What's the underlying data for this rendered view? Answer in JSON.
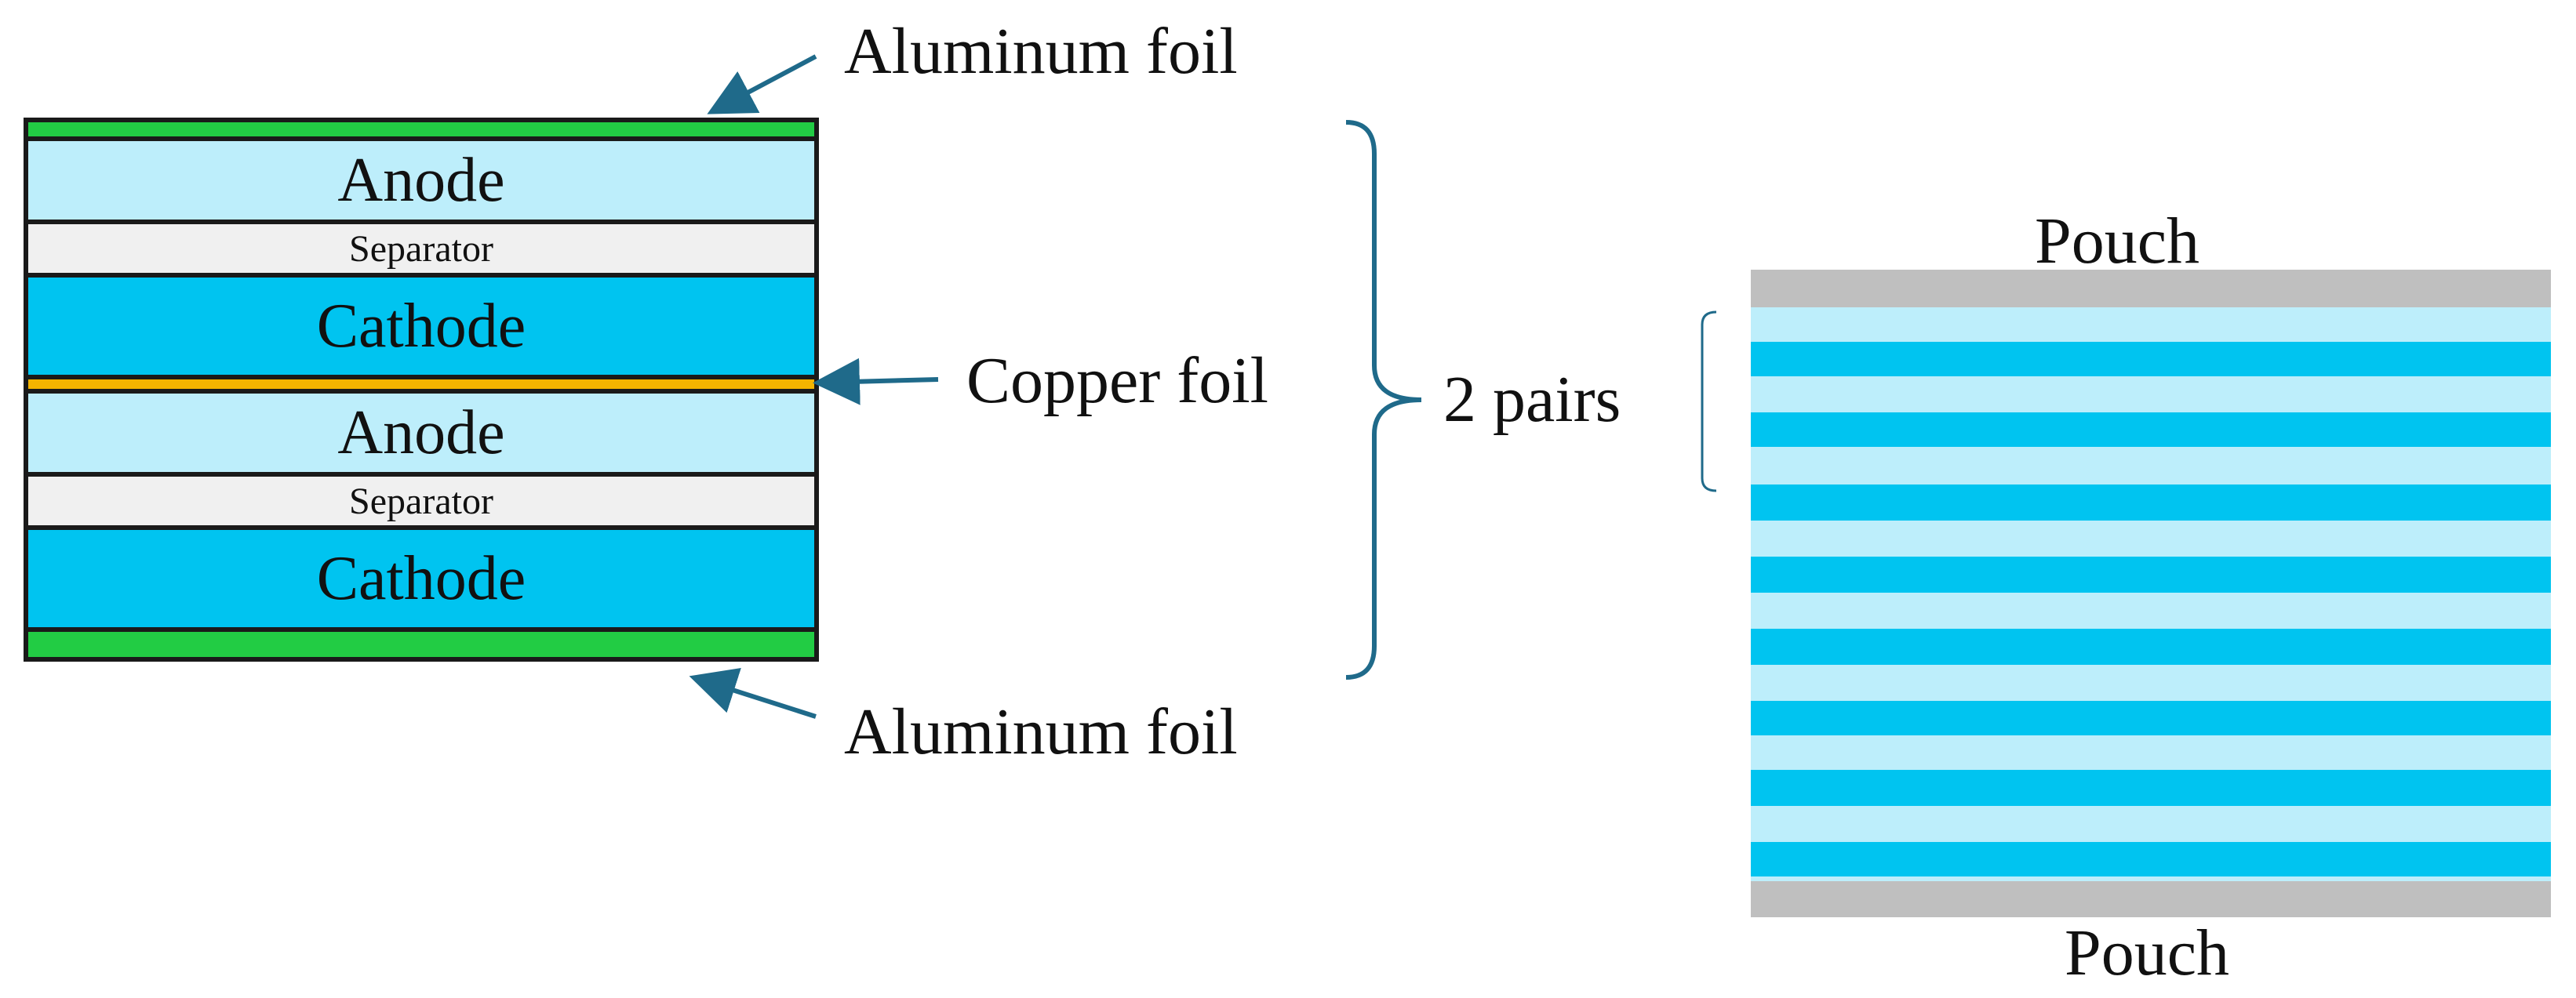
{
  "labels": {
    "aluminum_top": "Aluminum foil",
    "aluminum_bottom": "Aluminum foil",
    "copper": "Copper foil",
    "pairs": "2 pairs",
    "pouch_top": "Pouch",
    "pouch_bottom": "Pouch"
  },
  "stack": {
    "anode_1": "Anode",
    "separator_1": "Separator",
    "cathode_1": "Cathode",
    "anode_2": "Anode",
    "separator_2": "Separator",
    "cathode_2": "Cathode"
  },
  "colors": {
    "aluminum_foil": "#22cc44",
    "copper_foil": "#f4b400",
    "anode": "#bdeefb",
    "cathode": "#00c4f0",
    "separator": "#f0f0f0",
    "pouch": "#bfbfbf",
    "arrow": "#1f6a8a"
  }
}
